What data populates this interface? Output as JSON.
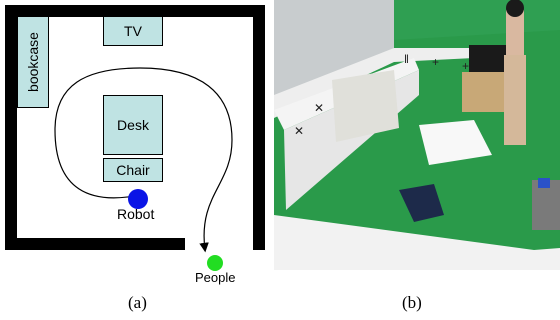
{
  "figure": {
    "panel_a": {
      "caption": "(a)",
      "furniture": {
        "tv": "TV",
        "bookcase": "bookcase",
        "desk": "Desk",
        "chair": "Chair"
      },
      "robot_label": "Robot",
      "people_label": "People",
      "colors": {
        "wall": "#000000",
        "furniture_fill": "#bfe3e3",
        "robot": "#0a14e6",
        "people": "#22dd22"
      }
    },
    "panel_b": {
      "caption": "(b)",
      "colors": {
        "floor": "#2a9a4a",
        "wall": "#e8e8e8"
      }
    }
  }
}
